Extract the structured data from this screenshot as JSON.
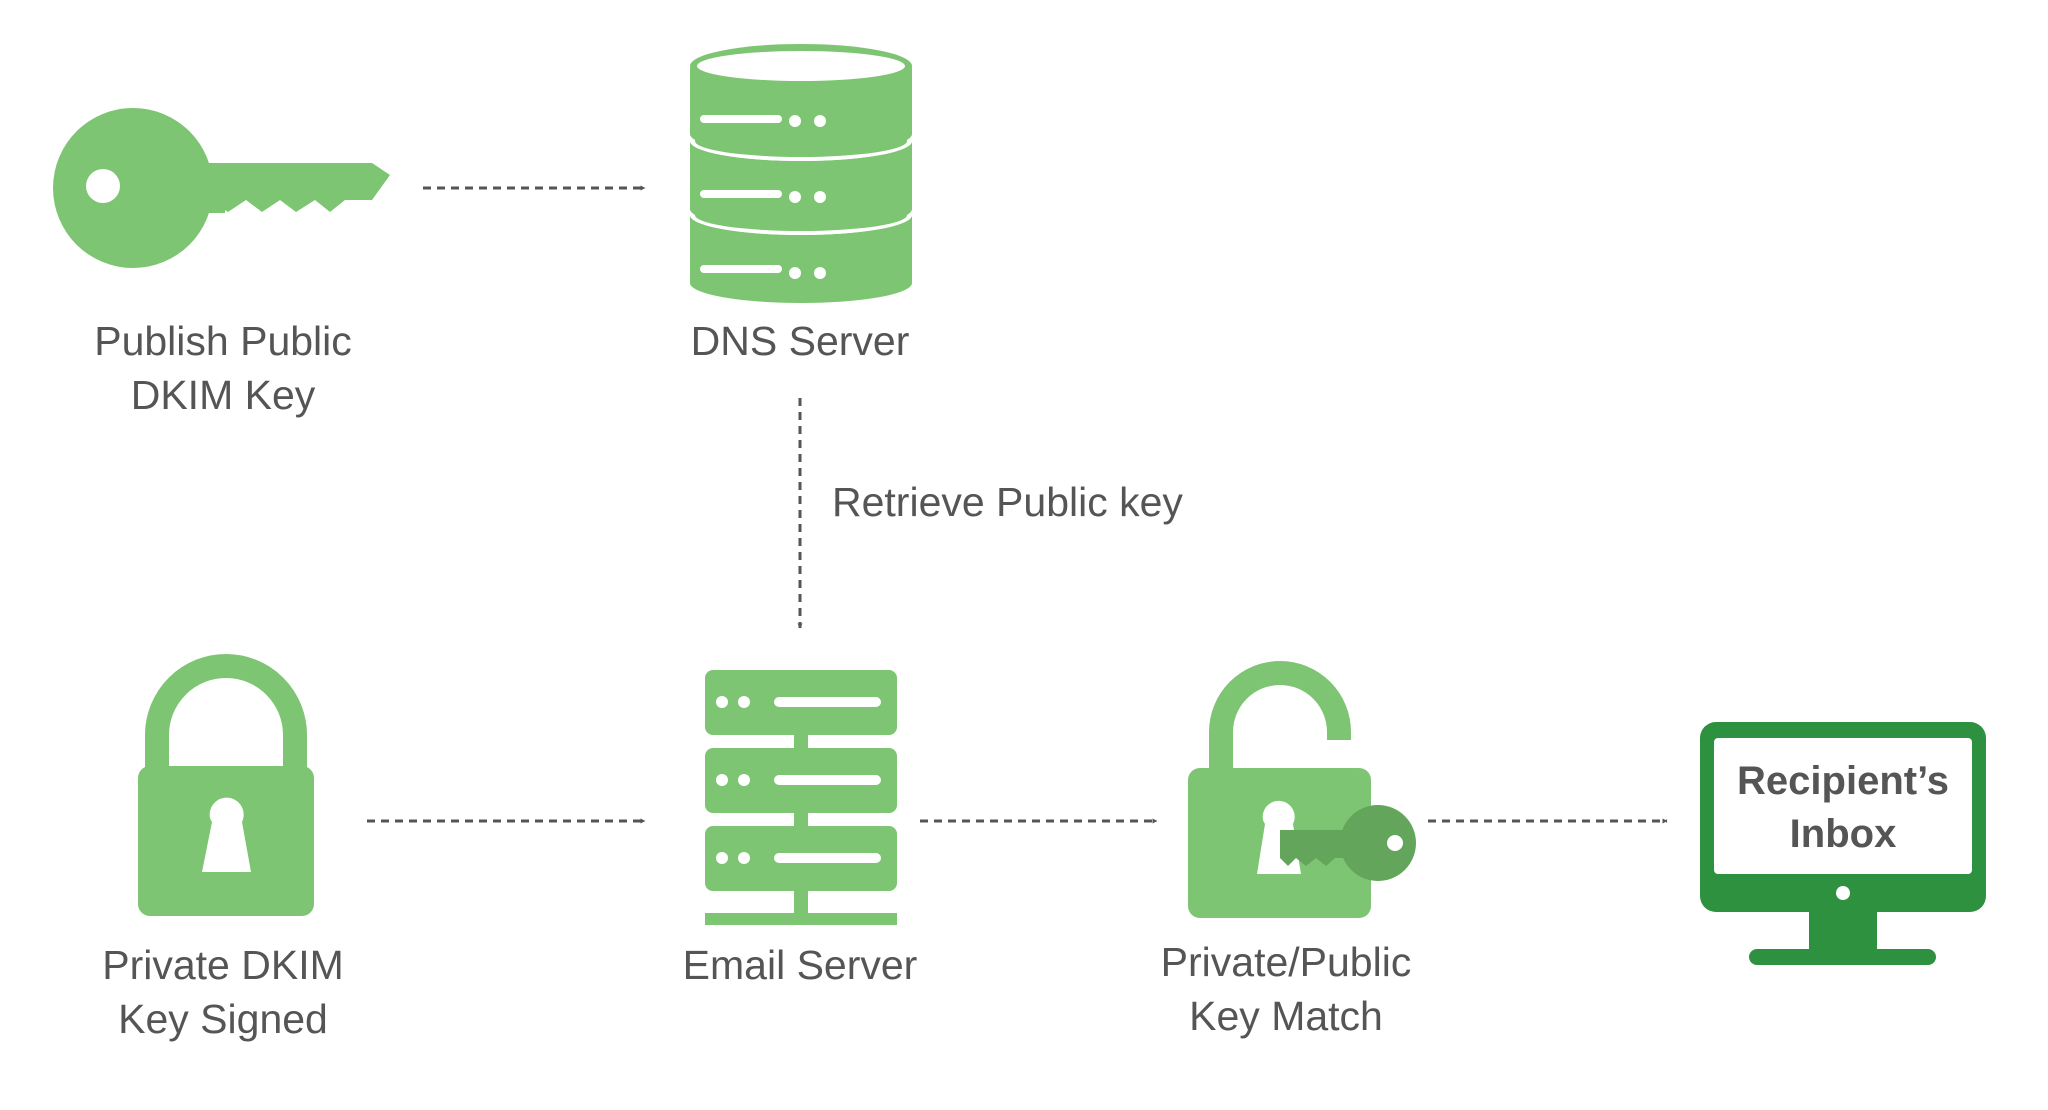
{
  "colors": {
    "icon_green": "#7DC573",
    "dark_green": "#2E9140",
    "key_green": "#62A55B",
    "arrow": "#555555",
    "text": "#555555"
  },
  "nodes": {
    "publish_key": {
      "icon": "key-icon",
      "line1": "Publish Public",
      "line2": "DKIM Key"
    },
    "dns_server": {
      "icon": "database-icon",
      "line1": "DNS Server"
    },
    "private_key": {
      "icon": "lock-icon",
      "line1": "Private DKIM",
      "line2": "Key Signed"
    },
    "email_server": {
      "icon": "server-rack-icon",
      "line1": "Email Server"
    },
    "key_match": {
      "icon": "unlocked-padlock-with-key-icon",
      "line1": "Private/Public",
      "line2": "Key Match"
    },
    "inbox": {
      "icon": "monitor-icon",
      "line1": "Recipient’s",
      "line2": "Inbox"
    }
  },
  "edges": {
    "retrieve_label": "Retrieve Public key"
  }
}
